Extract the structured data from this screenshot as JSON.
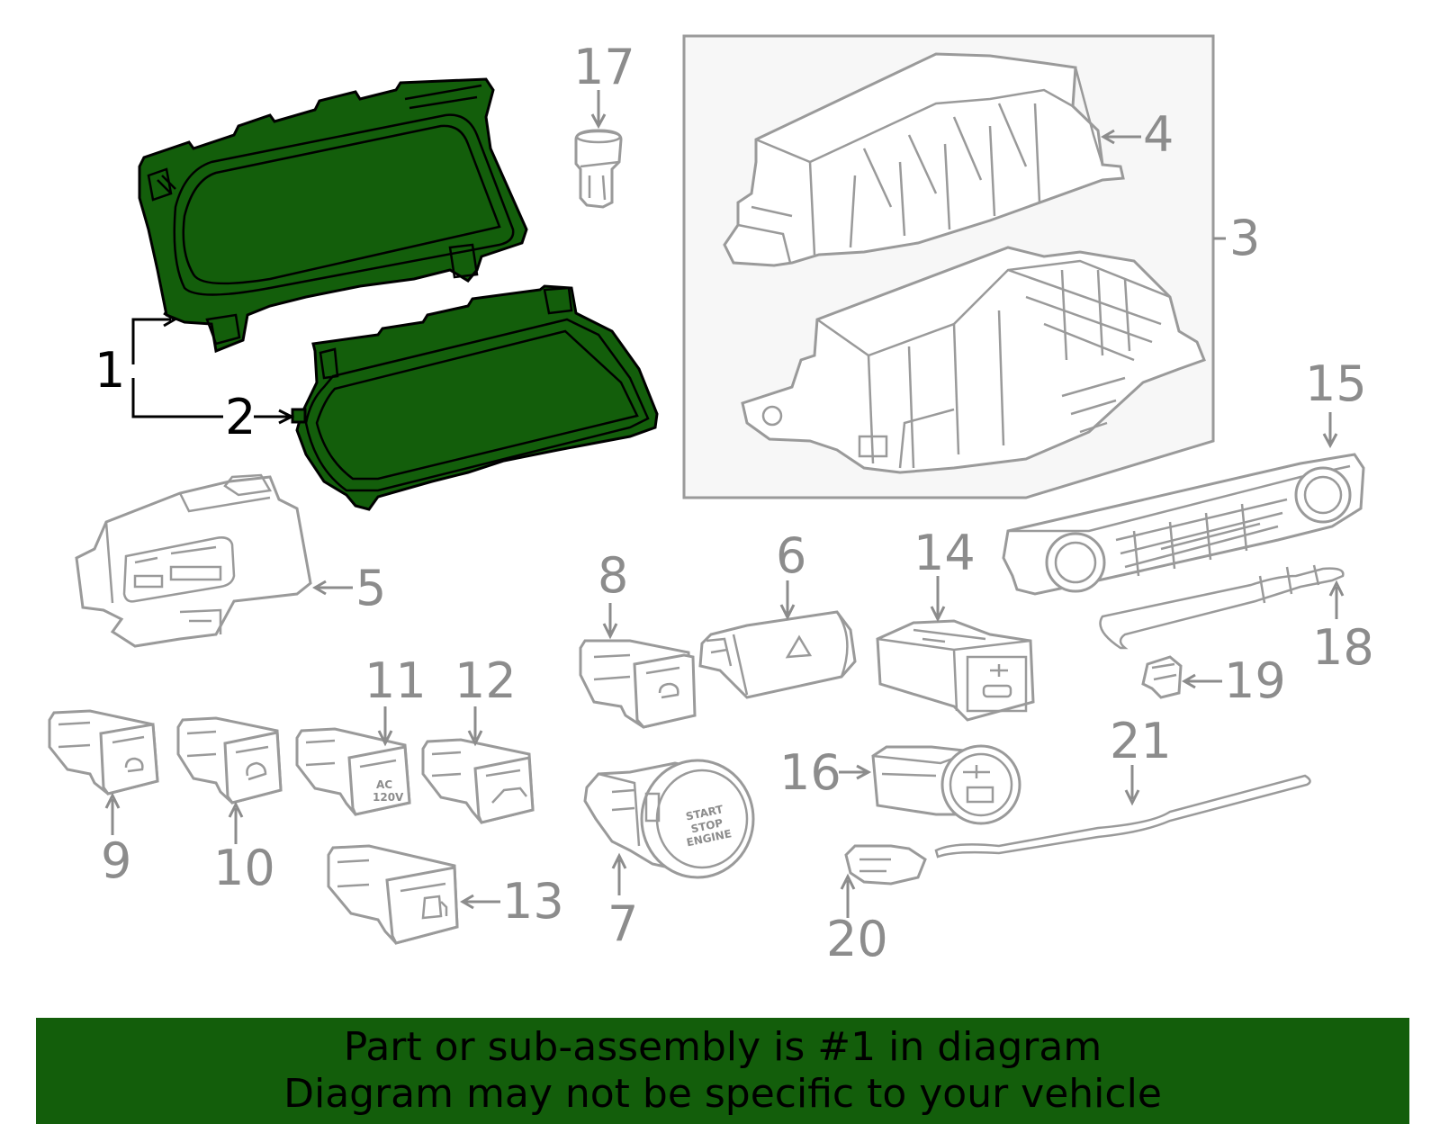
{
  "callouts": {
    "n1": "1",
    "n2": "2",
    "n3": "3",
    "n4": "4",
    "n5": "5",
    "n6": "6",
    "n7": "7",
    "n8": "8",
    "n9": "9",
    "n10": "10",
    "n11": "11",
    "n12": "12",
    "n13": "13",
    "n14": "14",
    "n15": "15",
    "n16": "16",
    "n17": "17",
    "n18": "18",
    "n19": "19",
    "n20": "20",
    "n21": "21"
  },
  "switch_labels": {
    "ac_line1": "AC",
    "ac_line2": "120V",
    "start_line1": "START",
    "start_line2": "STOP",
    "start_line3": "ENGINE"
  },
  "banner": {
    "line1": "Part or sub-assembly is #1 in diagram",
    "line2": "Diagram may not be specific to your vehicle"
  },
  "colors": {
    "highlight": "#135e0b",
    "line_gray": "#9a9a9a",
    "text_gray": "#8c8c8c"
  }
}
